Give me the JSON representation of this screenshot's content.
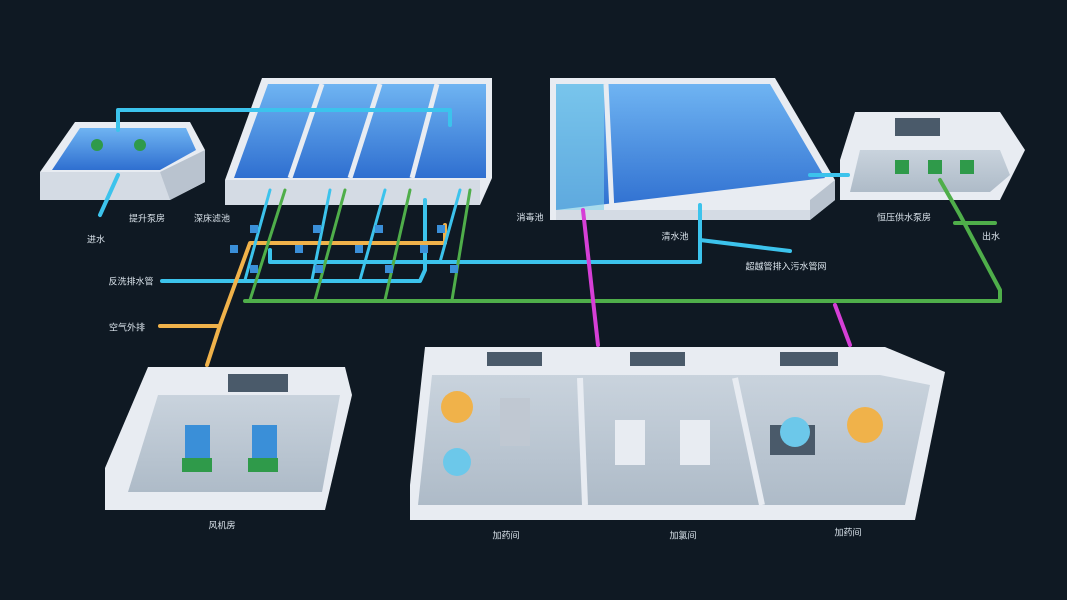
{
  "labels": {
    "inlet": "进水",
    "lift_pump_room": "提升泵房",
    "deep_bed_filter": "深床滤池",
    "disinfection_tank": "消毒池",
    "clear_water_tank": "清水池",
    "constant_pressure_pump_room": "恒压供水泵房",
    "outlet": "出水",
    "overflow_pipe": "超越管排入污水管网",
    "backwash_drain_pipe": "反洗排水管",
    "air_exhaust": "空气外排",
    "blower_room": "风机房",
    "dosing_room_1": "加药间",
    "chlorination_room": "加氯间",
    "dosing_room_2": "加药间"
  },
  "colors": {
    "background": "#0f1923",
    "water": "#3f8fe0",
    "blue_pipe": "#3cc3ec",
    "green_pipe": "#4fae4a",
    "orange_pipe": "#f0b24a",
    "pink_pipe": "#d63fd6",
    "wall": "#e8ecf2"
  }
}
